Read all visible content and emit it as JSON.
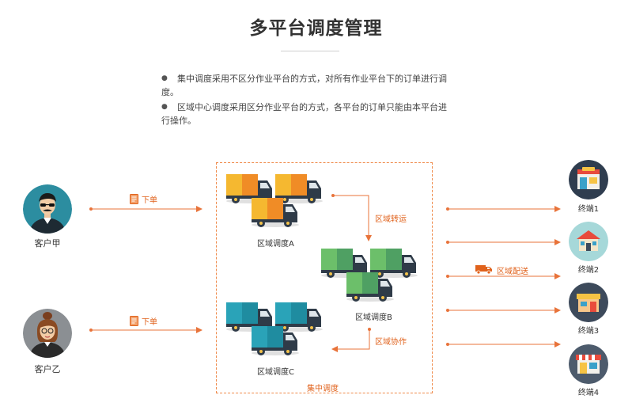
{
  "title": "多平台调度管理",
  "bullets": [
    {
      "first": "集中调度采用不区分作业平台的方式，对所有作业平台下的订单进行调",
      "rest": "度。"
    },
    {
      "first": "区域中心调度采用区分作业平台的方式，各平台的订单只能由本平台进",
      "rest": "行操作。"
    }
  ],
  "customers": [
    {
      "name": "客户甲",
      "icon": "man-avatar-icon",
      "order_label": "下单"
    },
    {
      "name": "客户乙",
      "icon": "woman-avatar-icon",
      "order_label": "下单"
    }
  ],
  "zone": {
    "label": "集中调度"
  },
  "groups": [
    {
      "label": "区域调度A",
      "color": "#f5b830",
      "accent": "#f08c26"
    },
    {
      "label": "区域调度B",
      "color": "#6cbf6a",
      "accent": "#4fa063"
    },
    {
      "label": "区域调度C",
      "color": "#2aa3b8",
      "accent": "#1f8ca0"
    }
  ],
  "flows": {
    "transfer": "区域转运",
    "collab": "区域协作",
    "delivery": "区域配送"
  },
  "terminals": [
    {
      "label": "终端1",
      "icon": "shop-icon",
      "bg": "#2f3d4f"
    },
    {
      "label": "终端2",
      "icon": "house-icon",
      "bg": "#a6d8d9"
    },
    {
      "label": "终端3",
      "icon": "store-icon",
      "bg": "#3d4a5b"
    },
    {
      "label": "终端4",
      "icon": "market-icon",
      "bg": "#4d5b6c"
    }
  ],
  "colors": {
    "accent": "#e0621c",
    "arrow": "#e8733a"
  }
}
